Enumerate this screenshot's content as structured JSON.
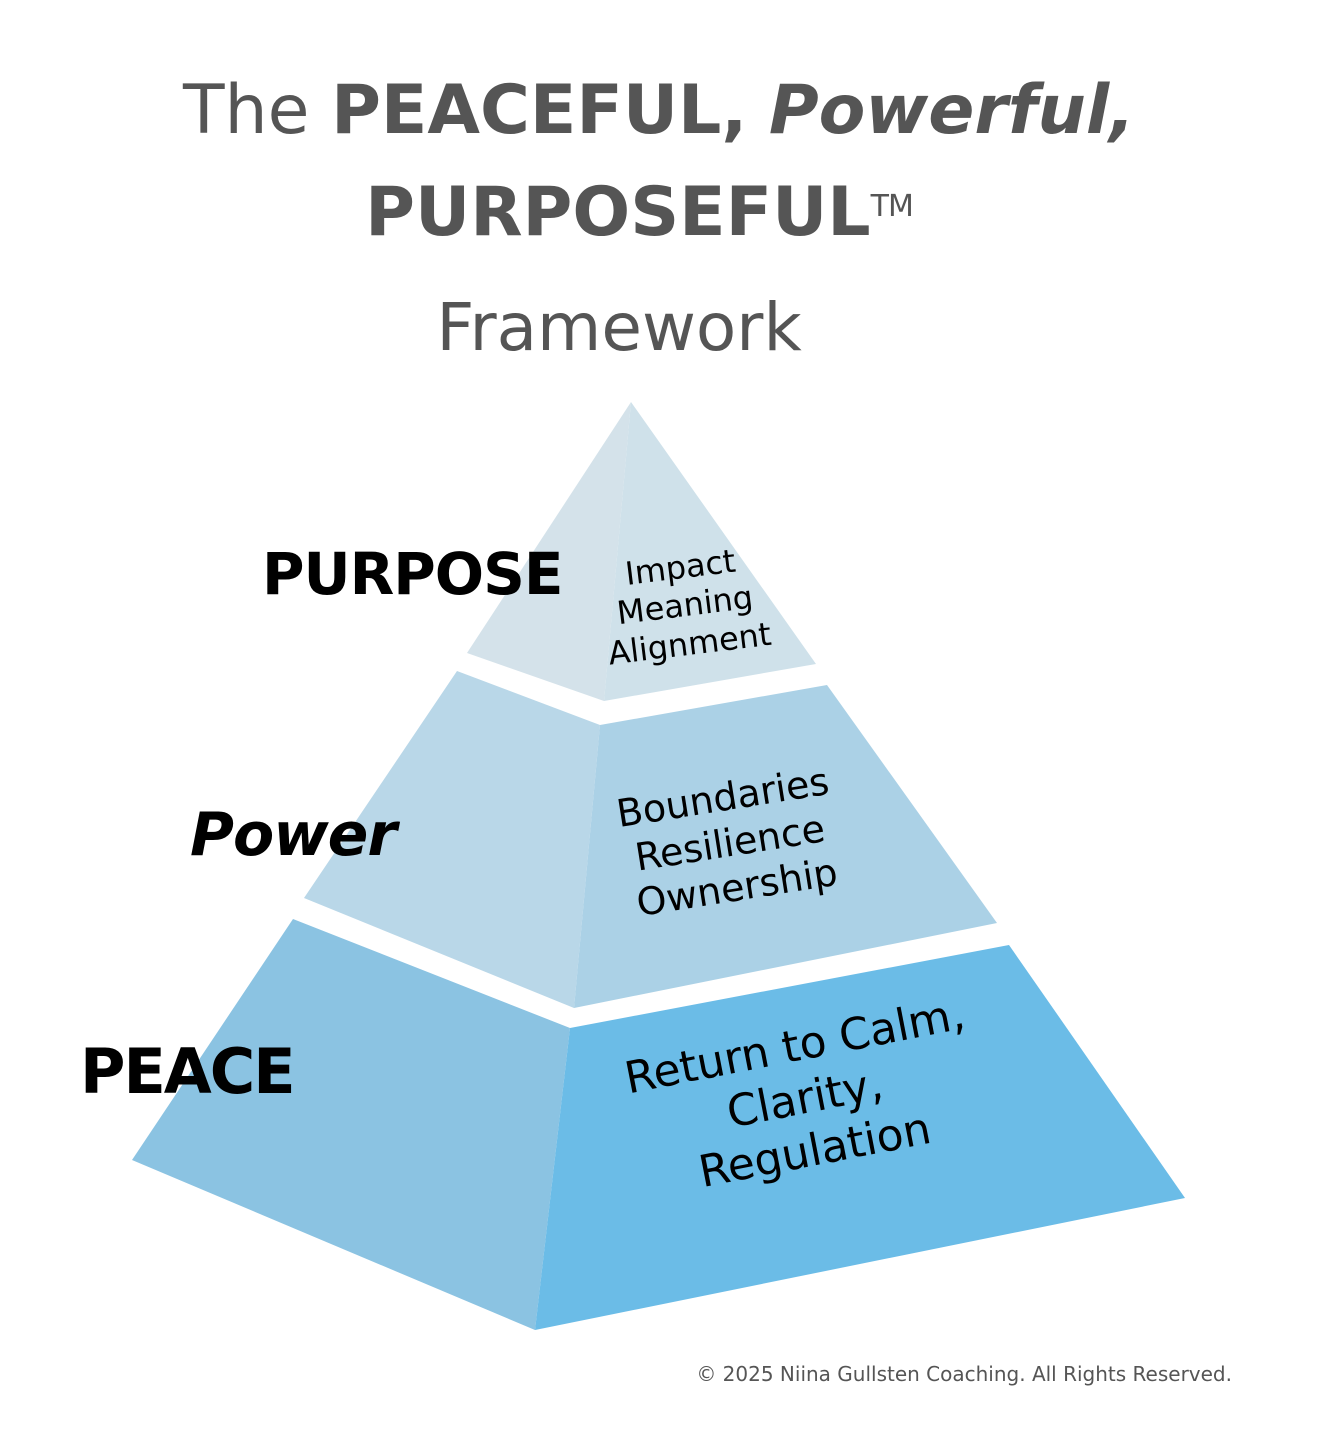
{
  "title": {
    "prefix": "The ",
    "peaceful": "PEACEFUL,",
    "powerful": "Powerful,",
    "purposeful": "PURPOSEFUL",
    "trademark": "TM",
    "framework": "Framework"
  },
  "pyramid": {
    "tiers": [
      {
        "name": "PURPOSE",
        "items": [
          "Impact",
          "Meaning",
          "Alignment"
        ],
        "color_left": "#d4e2ea",
        "color_right": "#cfe1ea"
      },
      {
        "name": "Power",
        "items": [
          "Boundaries",
          "Resilience",
          "Ownership"
        ],
        "color_left": "#b9d7e8",
        "color_right": "#abd1e6"
      },
      {
        "name": "PEACE",
        "items": [
          "Return to Calm,",
          "Clarity,",
          "Regulation"
        ],
        "color_left": "#8bc3e2",
        "color_right": "#6bbce7"
      }
    ]
  },
  "footer": {
    "copyright": "© 2025 Niina Gullsten Coaching. All Rights Reserved."
  }
}
